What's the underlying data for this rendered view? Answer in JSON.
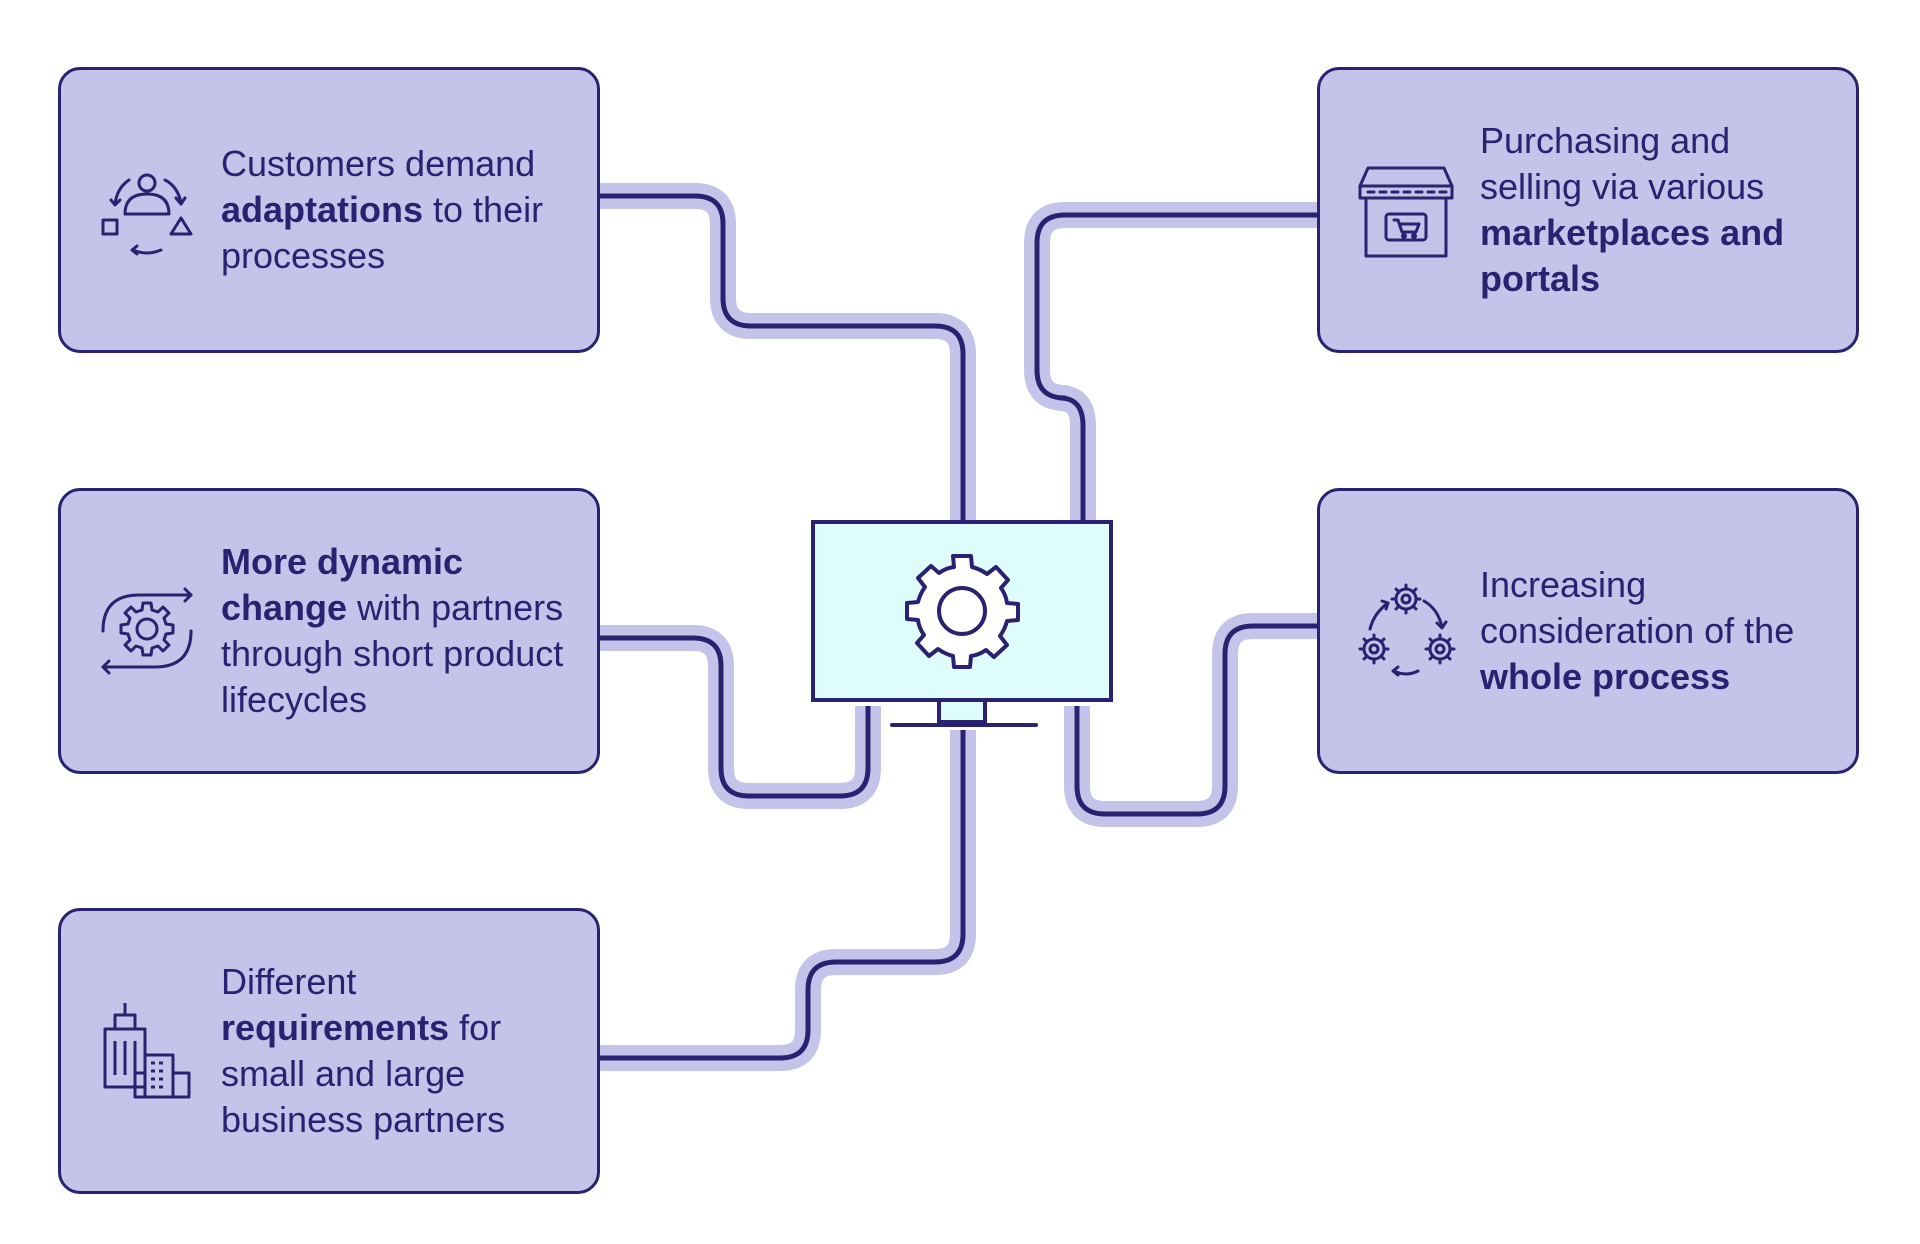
{
  "colors": {
    "card_fill": "#c5c3ea",
    "outline": "#2a2170",
    "wire_glow": "#c5c3ea",
    "screen_fill": "#dffcfc",
    "background": "#ffffff"
  },
  "center": {
    "icon": "monitor-with-gear-icon"
  },
  "cards": {
    "adaptations": {
      "icon": "user-cycle-shapes-icon",
      "text_before": "Customers demand ",
      "bold": "adaptations",
      "text_after": " to their processes"
    },
    "dynamic_change": {
      "icon": "gear-cycle-arrows-icon",
      "text_before": "",
      "bold": "More dynamic change",
      "text_after": " with partners through short product lifecycles"
    },
    "requirements": {
      "icon": "buildings-icon",
      "text_before": "Different ",
      "bold": "requirements",
      "text_after": " for small and large business partners"
    },
    "marketplaces": {
      "icon": "shop-cart-icon",
      "text_before": "Purchasing and selling via various ",
      "bold": "marketplaces and portals",
      "text_after": ""
    },
    "whole_process": {
      "icon": "gears-cycle-icon",
      "text_before": "Increasing consideration of the ",
      "bold": "whole process",
      "text_after": ""
    }
  }
}
